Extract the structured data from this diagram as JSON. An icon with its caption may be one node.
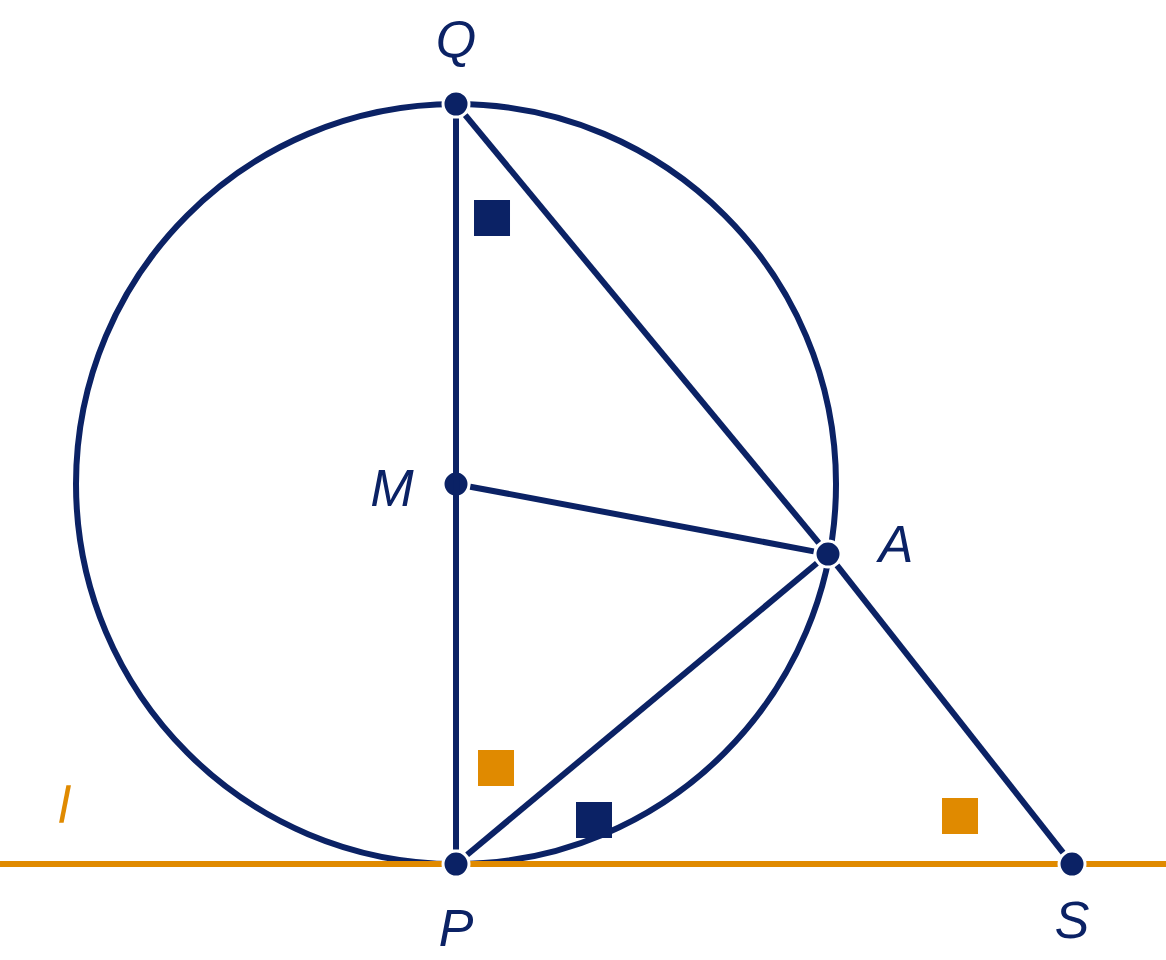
{
  "diagram": {
    "nodes": [
      {
        "text": [
          "Q"
        ]
      },
      {
        "text": [
          "M"
        ]
      },
      {
        "text": [
          "A"
        ]
      },
      {
        "text": [
          "P"
        ]
      },
      {
        "text": [
          "S"
        ]
      }
    ],
    "edges": [
      {
        "from": 0,
        "to": 3,
        "arrow": "none"
      },
      {
        "from": 0,
        "to": 2,
        "arrow": "none"
      },
      {
        "from": 2,
        "to": 4,
        "arrow": "none"
      },
      {
        "from": 1,
        "to": 2,
        "arrow": "none"
      },
      {
        "from": 3,
        "to": 2,
        "arrow": "none"
      }
    ],
    "labels": [
      "l"
    ]
  }
}
